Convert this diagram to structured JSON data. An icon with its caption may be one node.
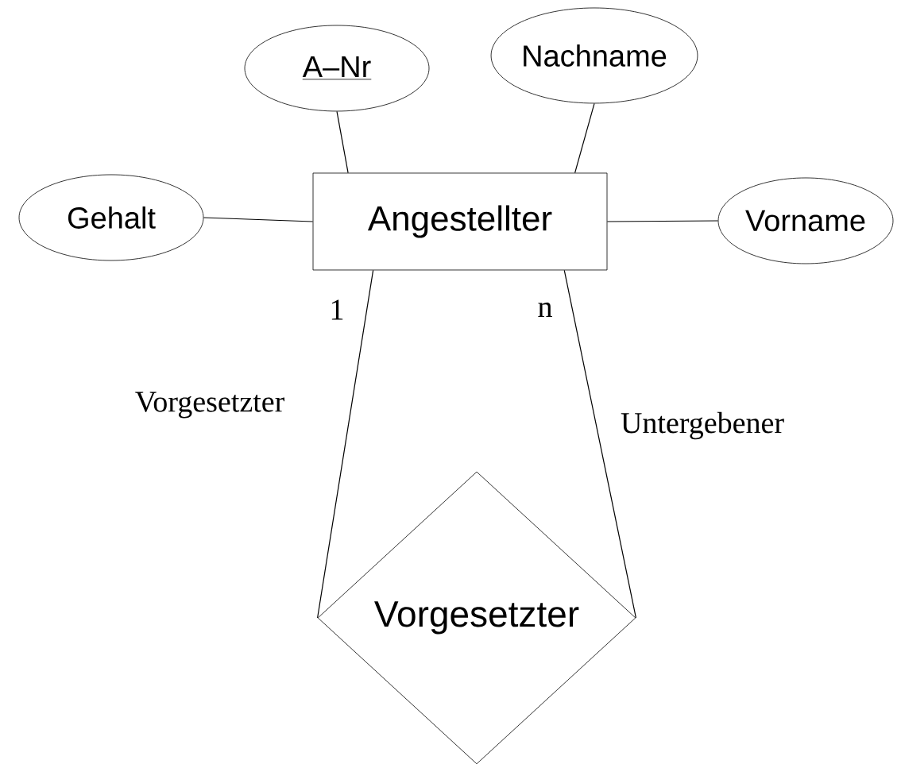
{
  "diagram": {
    "nodes": [
      {
        "text": [
          "A–Nr"
        ]
      },
      {
        "text": [
          "Nachname"
        ]
      },
      {
        "text": [
          "Gehalt"
        ]
      },
      {
        "text": [
          "Angestellter"
        ]
      },
      {
        "text": [
          "Vorname"
        ]
      },
      {
        "text": [
          "Vorgesetzter"
        ]
      }
    ],
    "edges": [
      {
        "from": 0,
        "to": 3,
        "arrow": "none"
      },
      {
        "from": 1,
        "to": 3,
        "arrow": "none"
      },
      {
        "from": 2,
        "to": 3,
        "arrow": "none"
      },
      {
        "from": 3,
        "to": 4,
        "arrow": "none"
      },
      {
        "from": 3,
        "to": 5,
        "arrow": "none",
        "label": "Vorgesetzter"
      },
      {
        "from": 3,
        "to": 5,
        "arrow": "none",
        "label": "Untergebener"
      }
    ],
    "labels": [
      "1",
      "n"
    ]
  }
}
